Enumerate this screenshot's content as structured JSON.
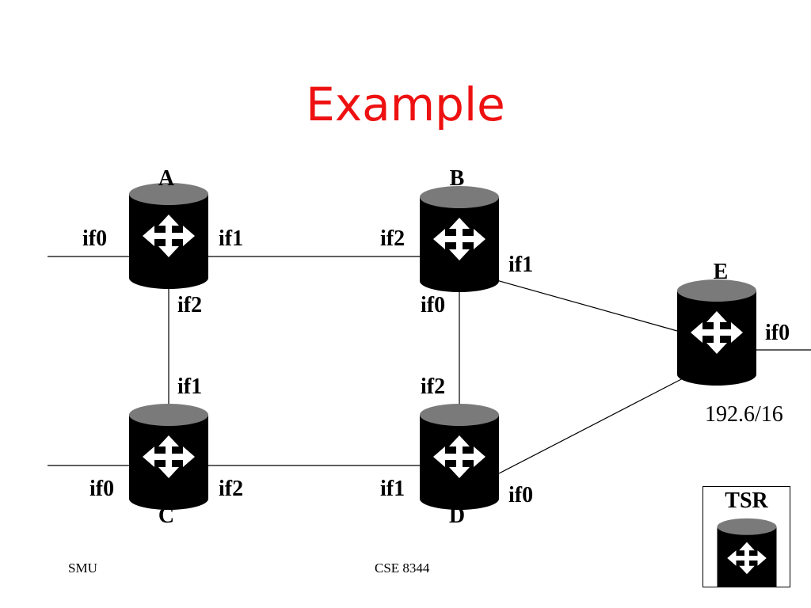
{
  "title": "Example",
  "colors": {
    "title": "#ee1111",
    "router_body": "#000000",
    "router_top": "#7a7a7a",
    "arrow": "#ffffff"
  },
  "routers": [
    {
      "id": "A",
      "label": "A"
    },
    {
      "id": "B",
      "label": "B"
    },
    {
      "id": "C",
      "label": "C"
    },
    {
      "id": "D",
      "label": "D"
    },
    {
      "id": "E",
      "label": "E"
    }
  ],
  "interfaces": {
    "A": {
      "if0": "if0",
      "if1": "if1",
      "if2": "if2"
    },
    "B": {
      "if0": "if0",
      "if1": "if1",
      "if2": "if2"
    },
    "C": {
      "if0": "if0",
      "if1": "if1",
      "if2": "if2"
    },
    "D": {
      "if0": "if0",
      "if1": "if1",
      "if2": "if2"
    },
    "E": {
      "if0": "if0"
    }
  },
  "prefix": "192.6/16",
  "legend": {
    "label": "TSR",
    "icon": "router-icon"
  },
  "footer": {
    "left": "SMU",
    "center": "CSE 8344"
  }
}
